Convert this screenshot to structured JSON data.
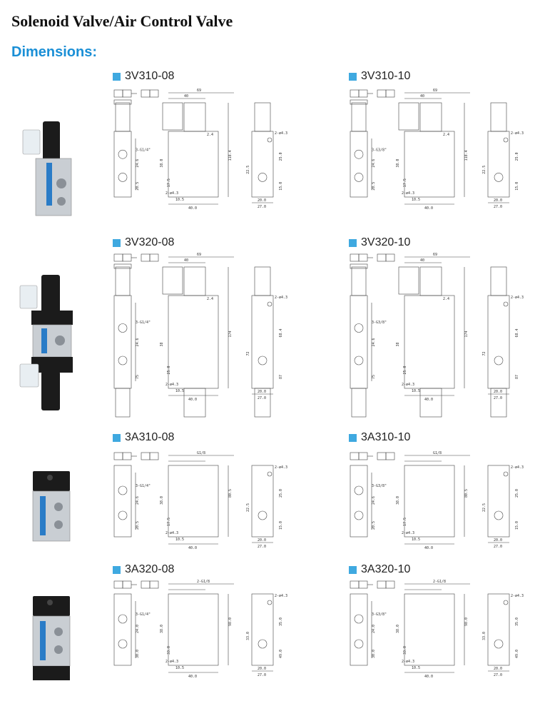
{
  "header": {
    "title": "Solenoid Valve/Air Control Valve",
    "subtitle": "Dimensions:"
  },
  "colors": {
    "accent": "#1a8fd6",
    "label_square": "#3fa9e0",
    "drawing_line": "#444444"
  },
  "sections": [
    {
      "models": [
        "3V310-08",
        "3V310-10"
      ],
      "ports": [
        "3-G1/4\"",
        "3-G3/8\""
      ],
      "dims": {
        "overall_width": "69",
        "head_width": "40",
        "height": "118.4",
        "port_pitch": "38.0",
        "side_a": "24.6",
        "side_b": "20.5",
        "base_x": "10.5",
        "base_w": "40.0",
        "foot_a": "20.0",
        "foot_b": "27.0",
        "mount_hole": "2-ø4.3",
        "mount_hole2": "2-ø4.3",
        "side_c": "22.5",
        "side_d": "15.0",
        "side_e": "25.0",
        "small_a": "2.4",
        "small_b": "17.5"
      }
    },
    {
      "models": [
        "3V320-08",
        "3V320-10"
      ],
      "ports": [
        "3-G1/4\"",
        "3-G3/8\""
      ],
      "dims": {
        "overall_width": "69",
        "head_width": "40",
        "height": "174",
        "port_pitch": "38",
        "side_a": "24.6",
        "side_b": "75",
        "base_x": "10.5",
        "base_w": "40.0",
        "foot_a": "20.0",
        "foot_b": "27.0",
        "mount_hole": "2-ø4.3",
        "mount_hole2": "2-ø4.3",
        "side_c": "72",
        "side_d": "87",
        "side_e": "68.4",
        "small_a": "2.4",
        "small_b": "25.0"
      }
    },
    {
      "models": [
        "3A310-08",
        "3A310-10"
      ],
      "ports": [
        "3-G1/4\"",
        "3-G3/8\""
      ],
      "dims": {
        "overall_width": "G1/8",
        "head_width": "",
        "height": "80.5",
        "port_pitch": "38.0",
        "side_a": "24.6",
        "side_b": "20.5",
        "base_x": "10.5",
        "base_w": "40.0",
        "foot_a": "20.0",
        "foot_b": "27.0",
        "mount_hole": "2-ø4.3",
        "mount_hole2": "2-ø4.3",
        "side_c": "22.5",
        "side_d": "15.0",
        "side_e": "25.0",
        "small_a": "",
        "small_b": "17.5"
      }
    },
    {
      "models": [
        "3A320-08",
        "3A320-10"
      ],
      "ports": [
        "3-G1/4\"",
        "3-G3/8\""
      ],
      "dims": {
        "overall_width": "2-G1/8",
        "head_width": "",
        "height": "98.0",
        "port_pitch": "38.0",
        "side_a": "24.0",
        "side_b": "30.0",
        "base_x": "10.5",
        "base_w": "40.0",
        "foot_a": "20.0",
        "foot_b": "27.0",
        "mount_hole": "2-ø4.3",
        "mount_hole2": "2-ø4.3",
        "side_c": "33.0",
        "side_d": "49.0",
        "side_e": "35.0",
        "small_a": "",
        "small_b": "33.0"
      }
    }
  ]
}
